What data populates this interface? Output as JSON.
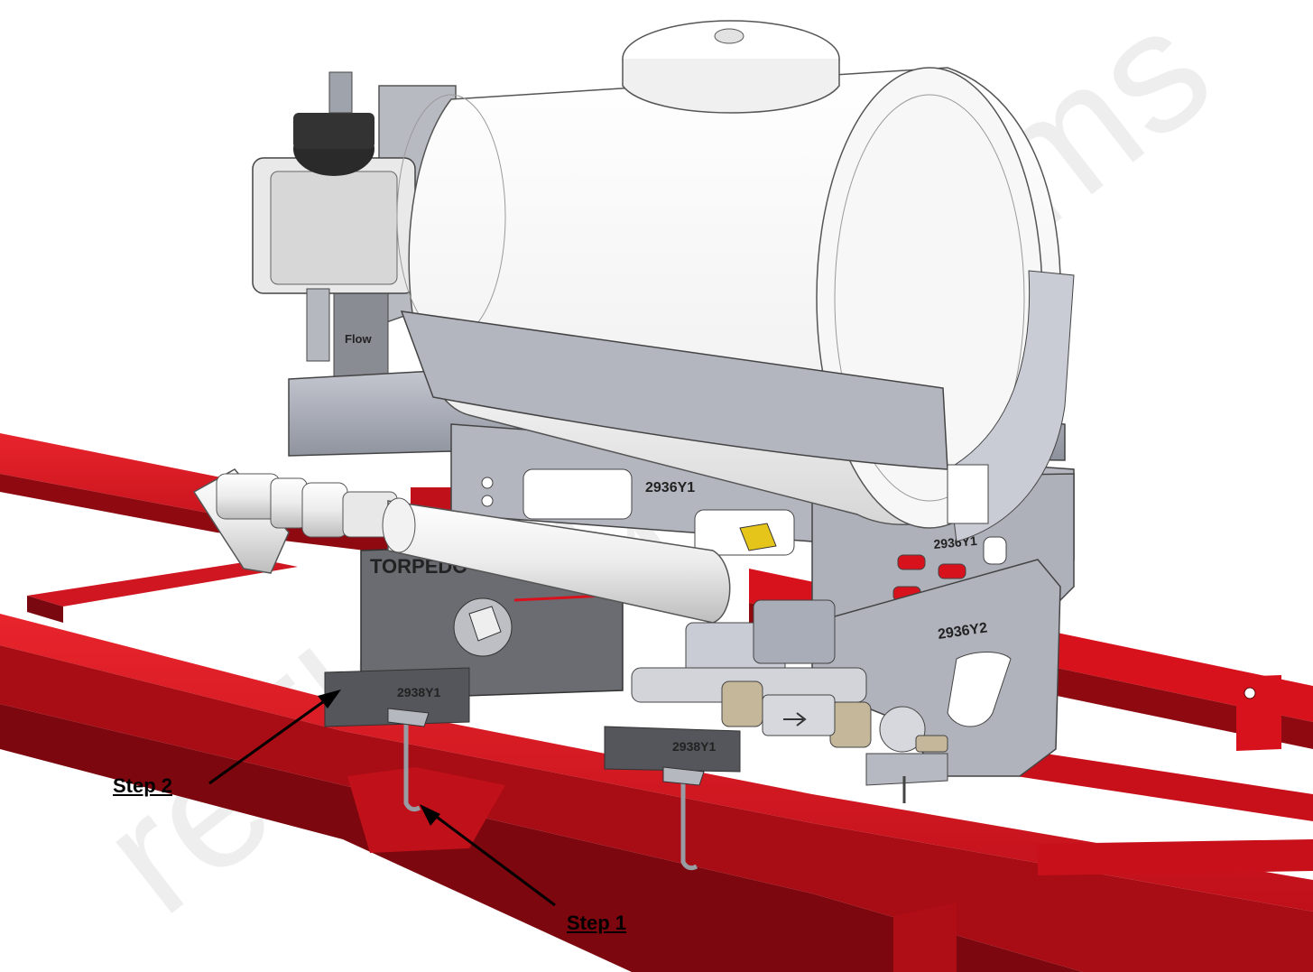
{
  "colors": {
    "frame_red": "#d8121c",
    "frame_dark": "#8e0a10",
    "frame_shadow": "#5a0508",
    "tank_white": "#f4f4f4",
    "steel_gray": "#a9adb8",
    "steel_dark": "#5e6068",
    "bracket_dark": "#6a6b70",
    "watermark_gray": "#ececec"
  },
  "watermark": "reFlo Ag Systems",
  "callouts": {
    "step1": "Step 1",
    "step2": "Step 2"
  },
  "part_stamps": {
    "front_plate": "2936Y1",
    "side_plate": "2936Y1",
    "lower_bracket": "2936Y2",
    "bracket_left": "2938Y1",
    "bracket_right": "2938Y1",
    "pump_brand": "TORPEDO",
    "flowmeter_label": "Flow"
  },
  "icons": [
    "arrow-icon",
    "flow-direction-arrow-icon"
  ]
}
